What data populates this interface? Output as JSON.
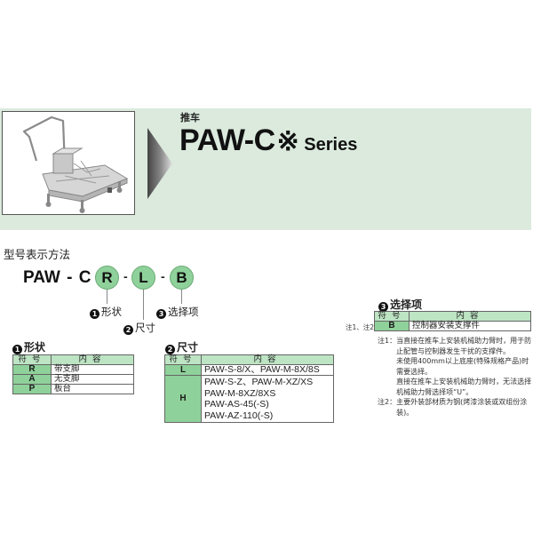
{
  "banner": {
    "subtitle": "推车",
    "title_main": "PAW-C",
    "title_mark": "※",
    "title_series": "Series",
    "product_image": "push-cart-photo",
    "background_color": "#dbeadd"
  },
  "model_notation": {
    "heading": "型号表示方法",
    "prefix": "PAW - C",
    "codes": [
      {
        "letter": "R",
        "index": "1",
        "label": "形状"
      },
      {
        "letter": "L",
        "index": "2",
        "label": "尺寸"
      },
      {
        "letter": "B",
        "index": "3",
        "label": "选择项"
      }
    ],
    "separator": "-",
    "circle_color": "#8fd19a"
  },
  "table_shape": {
    "index": "1",
    "title": "形状",
    "headers": [
      "符号",
      "内容"
    ],
    "rows": [
      {
        "symbol": "R",
        "content": "带支脚"
      },
      {
        "symbol": "A",
        "content": "无支脚"
      },
      {
        "symbol": "P",
        "content": "板台"
      }
    ]
  },
  "table_size": {
    "index": "2",
    "title": "尺寸",
    "headers": [
      "符号",
      "内容"
    ],
    "rows": [
      {
        "symbol": "L",
        "content": [
          "PAW-S-8/X、PAW-M-8X/8S"
        ]
      },
      {
        "symbol": "H",
        "content": [
          "PAW-S-Z、PAW-M-XZ/XS",
          "PAW-M-8XZ/8XS",
          "PAW-AS-45(-S)",
          "PAW-AZ-110(-S)"
        ]
      }
    ]
  },
  "table_option": {
    "index": "3",
    "title": "选择项",
    "headers": [
      "符号",
      "内容"
    ],
    "side_note": "注1、注2",
    "rows": [
      {
        "symbol": "B",
        "content": "控制器安装支撑件"
      }
    ]
  },
  "notes": [
    {
      "label": "注1：",
      "lines": [
        "当直接在推车上安装机械助力臂时，用于防止配管与控制器发生干扰的支撑件。",
        "未使用400mm以上底座(特殊规格产品)时需要选择。",
        "直接在推车上安装机械助力臂时，无法选择机械助力臂选择项“U”。"
      ]
    },
    {
      "label": "注2：",
      "lines": [
        "主要外装部材质为钢(烤漆涂装或双组份涂装)。"
      ]
    }
  ],
  "colors": {
    "symbol_cell": "#8fd19a",
    "header_cell": "#bde4c3",
    "banner": "#dbeadd"
  }
}
